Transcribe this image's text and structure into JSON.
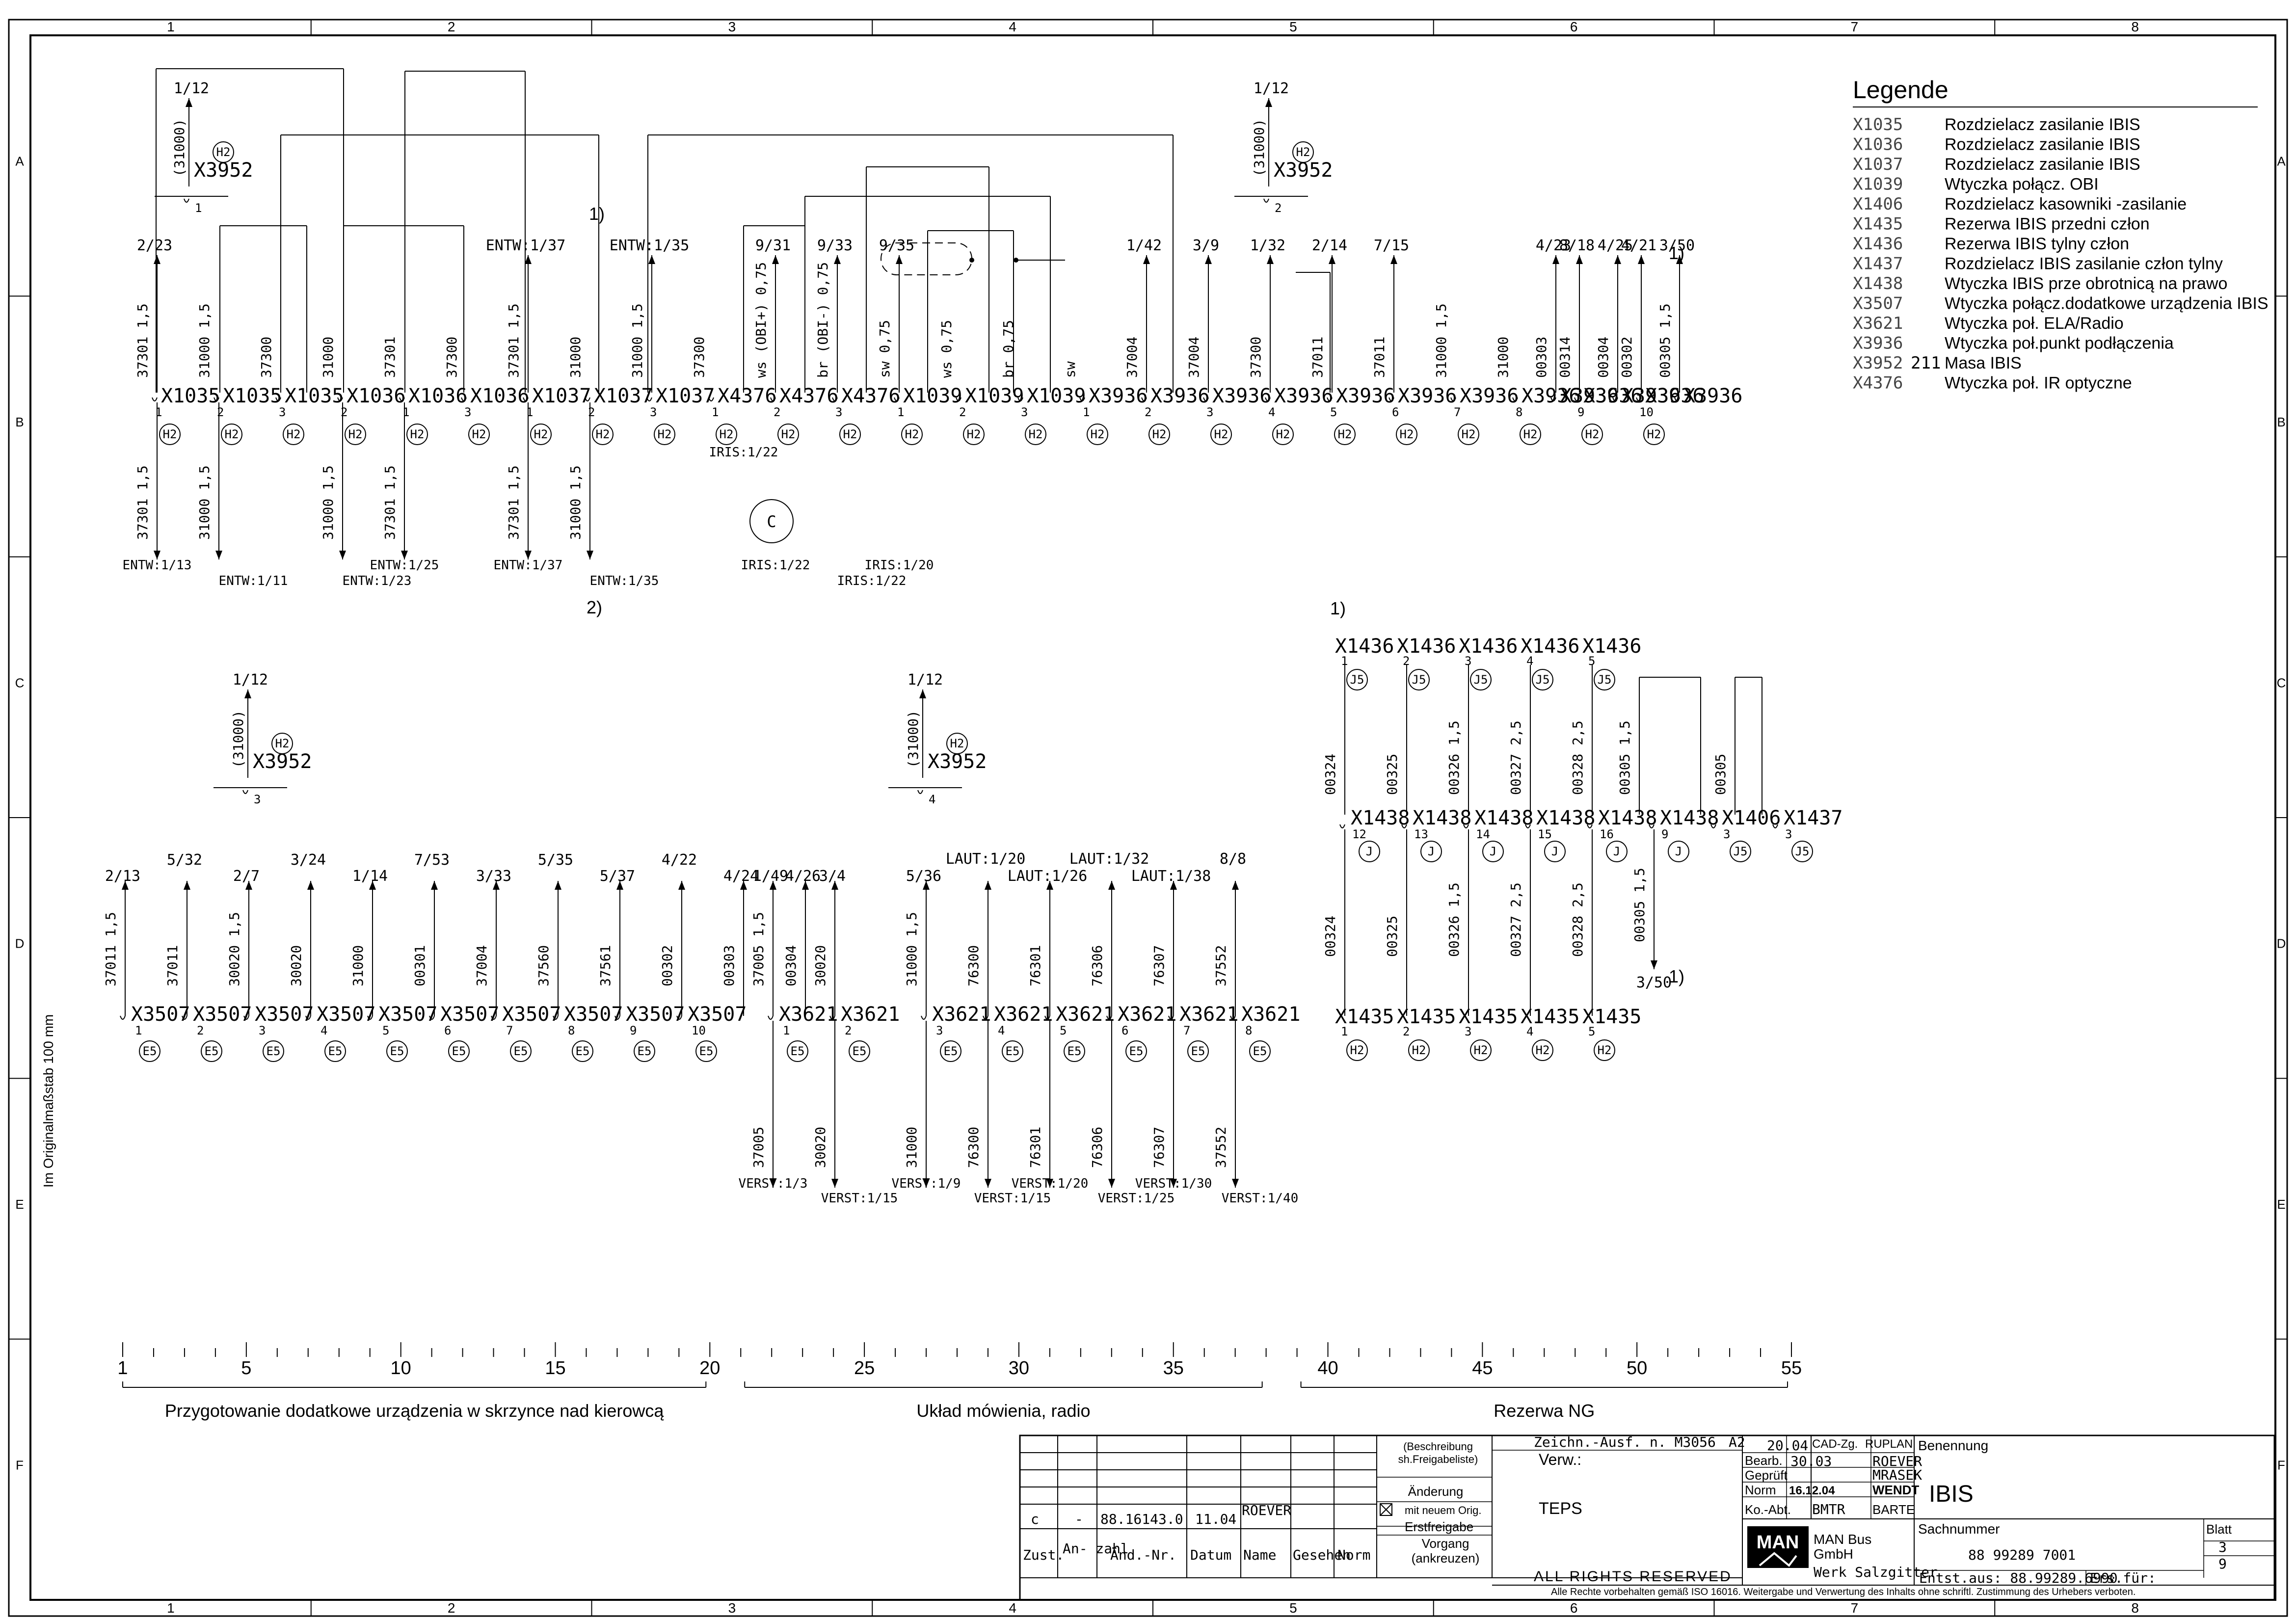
{
  "frame": {
    "columns": [
      "1",
      "2",
      "3",
      "4",
      "5",
      "6",
      "7",
      "8"
    ],
    "rows": [
      "A",
      "B",
      "C",
      "D",
      "E",
      "F"
    ]
  },
  "ruler_label": "Im Originalmaßstab 100 mm",
  "footnote_1": "1)",
  "footnote_2": "2)",
  "circle_c": "C",
  "legend": {
    "title": "Legende",
    "items": [
      {
        "code": "X1035",
        "extra": "",
        "text": "Rozdzielacz zasilanie IBIS"
      },
      {
        "code": "X1036",
        "extra": "",
        "text": "Rozdzielacz zasilanie IBIS"
      },
      {
        "code": "X1037",
        "extra": "",
        "text": "Rozdzielacz zasilanie IBIS"
      },
      {
        "code": "X1039",
        "extra": "",
        "text": "Wtyczka połącz. OBI"
      },
      {
        "code": "X1406",
        "extra": "",
        "text": "Rozdzielacz kasowniki -zasilanie"
      },
      {
        "code": "X1435",
        "extra": "",
        "text": "Rezerwa IBIS przedni człon"
      },
      {
        "code": "X1436",
        "extra": "",
        "text": "Rezerwa IBIS tylny człon"
      },
      {
        "code": "X1437",
        "extra": "",
        "text": "Rozdzielacz IBIS zasilanie człon tylny"
      },
      {
        "code": "X1438",
        "extra": "",
        "text": "Wtyczka IBIS prze obrotnicą na prawo"
      },
      {
        "code": "X3507",
        "extra": "",
        "text": "Wtyczka połącz.dodatkowe urządzenia IBIS"
      },
      {
        "code": "X3621",
        "extra": "",
        "text": "Wtyczka poł. ELA/Radio"
      },
      {
        "code": "X3936",
        "extra": "",
        "text": "Wtyczka poł.punkt podłączenia"
      },
      {
        "code": "X3952",
        "extra": "211",
        "text": "Masa IBIS"
      },
      {
        "code": "X4376",
        "extra": "",
        "text": "Wtyczka poł. IR optyczne"
      }
    ]
  },
  "top": {
    "ground": [
      {
        "ref": "1/12",
        "wire": "(31000)",
        "code": "X3952",
        "loc": "H2",
        "pin": "1"
      },
      {
        "ref": "1/12",
        "wire": "(31000)",
        "code": "X3952",
        "loc": "H2",
        "pin": "2"
      }
    ],
    "pins": [
      {
        "code": "X1035",
        "pin": "1",
        "loc": "H2",
        "uw": "37301  1,5",
        "ur": "2/23",
        "dw": "37301  1,5",
        "dr": "ENTW:1/13"
      },
      {
        "code": "X1035",
        "pin": "2",
        "loc": "H2",
        "uw": "31000  1,5",
        "ur": "",
        "dw": "31000  1,5",
        "dr": "ENTW:1/11"
      },
      {
        "code": "X1035",
        "pin": "3",
        "loc": "H2",
        "uw": "37300",
        "ur": "",
        "dw": "",
        "dr": ""
      },
      {
        "code": "X1036",
        "pin": "2",
        "loc": "H2",
        "uw": "31000",
        "ur": "",
        "dw": "31000  1,5",
        "dr": "ENTW:1/23"
      },
      {
        "code": "X1036",
        "pin": "1",
        "loc": "H2",
        "uw": "37301",
        "ur": "",
        "dw": "37301  1,5",
        "dr": "ENTW:1/25"
      },
      {
        "code": "X1036",
        "pin": "3",
        "loc": "H2",
        "uw": "37300",
        "ur": "",
        "dw": "",
        "dr": ""
      },
      {
        "code": "X1037",
        "pin": "1",
        "loc": "H2",
        "uw": "37301  1,5",
        "ur": "ENTW:1/37",
        "dw": "37301  1,5",
        "dr": "ENTW:1/37"
      },
      {
        "code": "X1037",
        "pin": "2",
        "loc": "H2",
        "uw": "31000",
        "ur": "",
        "dw": "31000  1,5",
        "dr": "ENTW:1/35"
      },
      {
        "code": "X1037",
        "pin": "3",
        "loc": "H2",
        "uw": "31000  1,5",
        "ur": "ENTW:1/35",
        "dw": "",
        "dr": ""
      },
      {
        "code": "X4376",
        "pin": "1",
        "loc": "H2",
        "uw": "37300",
        "ur": "",
        "dw": "",
        "dr": ""
      },
      {
        "code": "X4376",
        "pin": "2",
        "loc": "H2",
        "uw": "ws (OBI+)  0,75",
        "ur": "9/31",
        "dw": "",
        "dr": "IRIS:1/22"
      },
      {
        "code": "X4376",
        "pin": "3",
        "loc": "H2",
        "uw": "br (OBI-)  0,75",
        "ur": "9/33",
        "dw": "",
        "dr": "IRIS:1/22"
      },
      {
        "code": "X1039",
        "pin": "1",
        "loc": "H2",
        "uw": "sw  0,75",
        "ur": "9/35",
        "dw": "",
        "dr": "IRIS:1/20"
      },
      {
        "code": "X1039",
        "pin": "2",
        "loc": "H2",
        "uw": "ws  0,75",
        "ur": "",
        "dw": "",
        "dr": ""
      },
      {
        "code": "X1039",
        "pin": "3",
        "loc": "H2",
        "uw": "br  0,75",
        "ur": "",
        "dw": "",
        "dr": ""
      },
      {
        "code": "X3936",
        "pin": "1",
        "loc": "H2",
        "uw": "sw",
        "ur": "",
        "dw": "",
        "dr": ""
      },
      {
        "code": "X3936",
        "pin": "2",
        "loc": "H2",
        "uw": "37004",
        "ur": "1/42",
        "dw": "",
        "dr": ""
      },
      {
        "code": "X3936",
        "pin": "3",
        "loc": "H2",
        "uw": "37004",
        "ur": "3/9",
        "dw": "",
        "dr": ""
      },
      {
        "code": "X3936",
        "pin": "4",
        "loc": "H2",
        "uw": "37300",
        "ur": "1/32",
        "dw": "",
        "dr": ""
      },
      {
        "code": "X3936",
        "pin": "5",
        "loc": "H2",
        "uw": "37011",
        "ur": "2/14",
        "dw": "",
        "dr": ""
      },
      {
        "code": "X3936",
        "pin": "6",
        "loc": "H2",
        "uw": "37011",
        "ur": "7/15",
        "dw": "",
        "dr": ""
      },
      {
        "code": "X3936",
        "pin": "7",
        "loc": "H2",
        "uw": "31000  1,5",
        "ur": "",
        "dw": "",
        "dr": ""
      },
      {
        "code": "X3936",
        "pin": "8",
        "loc": "H2",
        "uw": "31000",
        "ur": "",
        "dw": "",
        "dr": ""
      },
      {
        "code": "X3936",
        "pin": "9",
        "loc": "H2",
        "uw": "00314",
        "ur": "8/18",
        "dw": "",
        "dr": ""
      },
      {
        "code": "X3936",
        "pin": "10",
        "loc": "H2",
        "uw": "00302",
        "ur": "4/21",
        "dw": "",
        "dr": ""
      }
    ],
    "extra_wires": [
      {
        "w": "00303",
        "r": "4/23"
      },
      {
        "w": "00304",
        "r": "4/25"
      },
      {
        "w": "00305  1,5",
        "r": "3/50"
      }
    ],
    "iris_mid": "IRIS:1/22"
  },
  "bottom_left": {
    "ground": {
      "ref": "1/12",
      "wire": "(31000)",
      "code": "X3952",
      "loc": "H2",
      "pin": "3"
    },
    "pins": [
      {
        "code": "X3507",
        "pin": "1",
        "loc": "E5",
        "w": "37011  1,5",
        "r": "2/13"
      },
      {
        "code": "X3507",
        "pin": "2",
        "loc": "E5",
        "w": "37011",
        "r": "5/32"
      },
      {
        "code": "X3507",
        "pin": "3",
        "loc": "E5",
        "w": "30020  1,5",
        "r": "2/7"
      },
      {
        "code": "X3507",
        "pin": "4",
        "loc": "E5",
        "w": "30020",
        "r": "3/24"
      },
      {
        "code": "X3507",
        "pin": "5",
        "loc": "E5",
        "w": "31000",
        "r": "1/14"
      },
      {
        "code": "X3507",
        "pin": "6",
        "loc": "E5",
        "w": "00301",
        "r": "7/53"
      },
      {
        "code": "X3507",
        "pin": "7",
        "loc": "E5",
        "w": "37004",
        "r": "3/33"
      },
      {
        "code": "X3507",
        "pin": "8",
        "loc": "E5",
        "w": "37560",
        "r": "5/35"
      },
      {
        "code": "X3507",
        "pin": "9",
        "loc": "E5",
        "w": "37561",
        "r": "5/37"
      },
      {
        "code": "X3507",
        "pin": "10",
        "loc": "E5",
        "w": "00302",
        "r": "4/22"
      }
    ],
    "extra_wires": [
      {
        "w": "00303",
        "r": "4/24"
      },
      {
        "w": "00304",
        "r": "4/26"
      }
    ]
  },
  "bottom_mid": {
    "ground": {
      "ref": "1/12",
      "wire": "(31000)",
      "code": "X3952",
      "loc": "H2",
      "pin": "4"
    },
    "pins": [
      {
        "code": "X3621",
        "pin": "1",
        "loc": "E5",
        "uw": "37005  1,5",
        "ur": "1/49",
        "dw": "37005",
        "dr": "VERST:1/3"
      },
      {
        "code": "X3621",
        "pin": "2",
        "loc": "E5",
        "uw": "30020",
        "ur": "3/4",
        "dw": "30020",
        "dr": "VERST:1/15"
      },
      {
        "code": "X3621",
        "pin": "3",
        "loc": "E5",
        "uw": "31000  1,5",
        "ur": "5/36",
        "dw": "31000",
        "dr": "VERST:1/9"
      },
      {
        "code": "X3621",
        "pin": "4",
        "loc": "E5",
        "uw": "76300",
        "ur": "LAUT:1/20",
        "dw": "76300",
        "dr": "VERST:1/15"
      },
      {
        "code": "X3621",
        "pin": "5",
        "loc": "E5",
        "uw": "76301",
        "ur": "LAUT:1/26",
        "dw": "76301",
        "dr": "VERST:1/20"
      },
      {
        "code": "X3621",
        "pin": "6",
        "loc": "E5",
        "uw": "76306",
        "ur": "LAUT:1/32",
        "dw": "76306",
        "dr": "VERST:1/25"
      },
      {
        "code": "X3621",
        "pin": "7",
        "loc": "E5",
        "uw": "76307",
        "ur": "LAUT:1/38",
        "dw": "76307",
        "dr": "VERST:1/30"
      },
      {
        "code": "X3621",
        "pin": "8",
        "loc": "E5",
        "uw": "37552",
        "ur": "8/8",
        "dw": "37552",
        "dr": "VERST:1/40"
      }
    ],
    "extra_refs": [
      "30020",
      "VERST:1/3",
      "VERST:1/9",
      "31000"
    ]
  },
  "bottom_right": {
    "top_row": [
      {
        "code": "X1436",
        "pin": "1",
        "loc": "J5"
      },
      {
        "code": "X1436",
        "pin": "2",
        "loc": "J5"
      },
      {
        "code": "X1436",
        "pin": "3",
        "loc": "J5"
      },
      {
        "code": "X1436",
        "pin": "4",
        "loc": "J5"
      },
      {
        "code": "X1436",
        "pin": "5",
        "loc": "J5"
      }
    ],
    "upper_wires": [
      "00324",
      "00325",
      "00326  1,5",
      "00327  2,5",
      "00328  2,5",
      "00305  1,5",
      "00305"
    ],
    "mid_row": [
      {
        "code": "X1438",
        "pin": "12",
        "loc": "J"
      },
      {
        "code": "X1438",
        "pin": "13",
        "loc": "J"
      },
      {
        "code": "X1438",
        "pin": "14",
        "loc": "J"
      },
      {
        "code": "X1438",
        "pin": "15",
        "loc": "J"
      },
      {
        "code": "X1438",
        "pin": "16",
        "loc": "J"
      },
      {
        "code": "X1438",
        "pin": "9",
        "loc": "J"
      },
      {
        "code": "X1406",
        "pin": "3",
        "loc": "J5"
      },
      {
        "code": "X1437",
        "pin": "3",
        "loc": "J5"
      }
    ],
    "lower_wires": [
      "00324",
      "00325",
      "00326  1,5",
      "00327  2,5",
      "00328  2,5",
      "00305  1,5"
    ],
    "lower_ref": "3/50",
    "bot_row": [
      {
        "code": "X1435",
        "pin": "1",
        "loc": "H2"
      },
      {
        "code": "X1435",
        "pin": "2",
        "loc": "H2"
      },
      {
        "code": "X1435",
        "pin": "3",
        "loc": "H2"
      },
      {
        "code": "X1435",
        "pin": "4",
        "loc": "H2"
      },
      {
        "code": "X1435",
        "pin": "5",
        "loc": "H2"
      }
    ]
  },
  "scale": {
    "ticks": [
      "1",
      "5",
      "10",
      "15",
      "20",
      "25",
      "30",
      "35",
      "40",
      "45",
      "50",
      "55"
    ],
    "max": 55
  },
  "sections": [
    {
      "label": "Przygotowanie dodatkowe urządzenia w skrzynce nad kierowcą",
      "from": 1,
      "to": 20
    },
    {
      "label": "Układ mówienia, radio",
      "from": 21,
      "to": 38
    },
    {
      "label": "Rezerwa   NG",
      "from": 39,
      "to": 55
    }
  ],
  "title_block": {
    "rev_letter": "c",
    "rev_count": "-",
    "rev_number": "88.16143.0",
    "rev_date": "11.04",
    "rev_name": "ROEVER",
    "hdr_zust": "Zust.",
    "hdr_anzahl": "An-\nzahl",
    "hdr_aend": "Änd.-Nr.",
    "hdr_datum": "Datum",
    "hdr_name": "Name",
    "hdr_gesehen": "Gesehen",
    "hdr_norm": "Norm",
    "descr": "(Beschreibung sh.Freigabeliste)",
    "aenderung": "Änderung",
    "mit_neuem": "mit neuem Orig.",
    "erstfreigabe": "Erstfreigabe",
    "vorgang": "Vorgang (ankreuzen)",
    "zeichn": "Zeichn.-Ausf. n. M3056",
    "size": "A2",
    "verw": "Verw.:",
    "teps": "TEPS",
    "cad": "CAD-Zg.",
    "ruplan": "RUPLAN",
    "date_top": "20.04",
    "bearb": "Bearb.",
    "bearb_date": "30.03",
    "bearb_name": "ROEVER",
    "gepr": "Geprüft",
    "gepr_name": "MRASEK",
    "norm": "Norm",
    "norm_date": "16.12.04",
    "norm_name": "WENDT",
    "koabt": "Ko.-Abt.",
    "koabt_val": "BMTR",
    "koabt_name": "BARTE",
    "benennung": "Benennung",
    "title": "IBIS",
    "sachnummer": "Sachnummer",
    "number": "88 99289 7001",
    "blatt": "Blatt",
    "blatt_no": "3",
    "blatt_total": "9",
    "company_logo": "MAN",
    "company": "MAN Bus GmbH",
    "werk": "Werk Salzgitter",
    "rights": "ALL RIGHTS RESERVED",
    "entst": "Entst.aus: 88.99289.6990",
    "ers": "Ers.für:",
    "legal": "Alle Rechte vorbehalten gemäß ISO 16016. Weitergabe und Verwertung des Inhalts ohne schriftl. Zustimmung des Urhebers verboten."
  }
}
